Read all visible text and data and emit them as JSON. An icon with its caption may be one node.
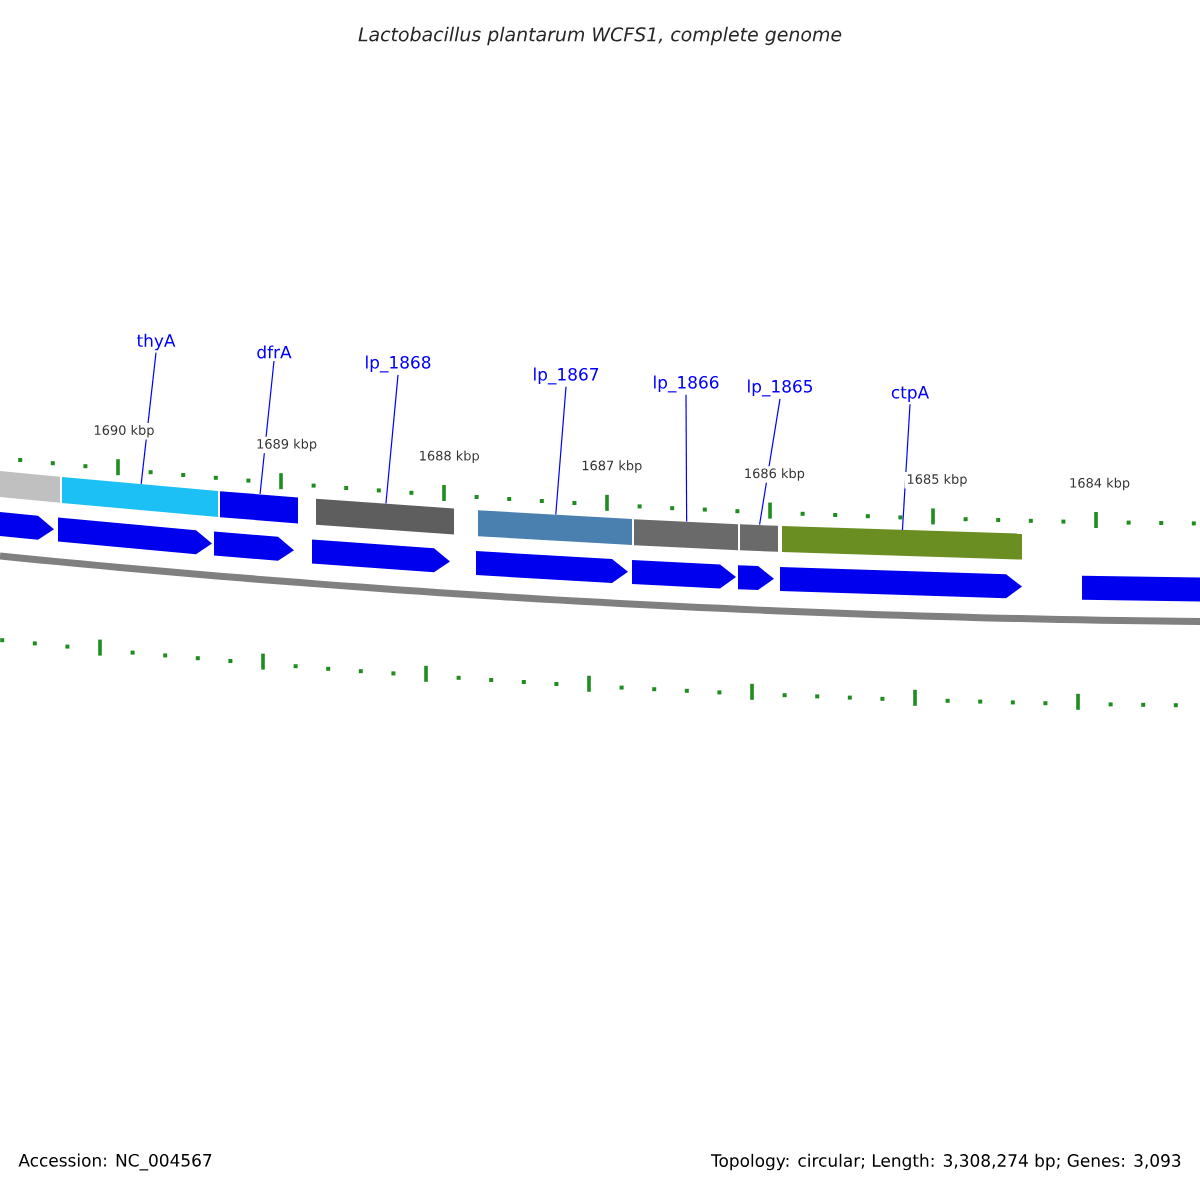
{
  "diagram": {
    "title": "Lactobacillus plantarum WCFS1, complete genome",
    "nodes": [
      {
        "text": [
          "thyA"
        ]
      },
      {
        "text": [
          "dfrA"
        ]
      },
      {
        "text": [
          "lp_1868"
        ]
      },
      {
        "text": [
          "lp_1867"
        ]
      },
      {
        "text": [
          "lp_1866"
        ]
      },
      {
        "text": [
          "lp_1865"
        ]
      },
      {
        "text": [
          "ctpA"
        ]
      },
      {
        "text": [],
        "shape": "bar"
      },
      {
        "text": [],
        "shape": "bar"
      },
      {
        "text": [],
        "shape": "bar"
      },
      {
        "text": [],
        "shape": "bar"
      },
      {
        "text": [],
        "shape": "bar"
      },
      {
        "text": [],
        "shape": "bar"
      },
      {
        "text": [],
        "shape": "bar"
      },
      {
        "text": [],
        "shape": "bar"
      },
      {
        "text": [],
        "shape": "pentagon"
      },
      {
        "text": [],
        "shape": "pentagon"
      },
      {
        "text": [],
        "shape": "pentagon"
      },
      {
        "text": [],
        "shape": "pentagon"
      },
      {
        "text": [],
        "shape": "pentagon"
      },
      {
        "text": [],
        "shape": "pentagon"
      },
      {
        "text": [],
        "shape": "pentagon"
      },
      {
        "text": [],
        "shape": "pentagon"
      },
      {
        "text": [],
        "shape": "bar"
      }
    ],
    "edges": [
      {
        "from": 0,
        "to": 8,
        "arrow": "none"
      },
      {
        "from": 1,
        "to": 9,
        "arrow": "none"
      },
      {
        "from": 2,
        "to": 10,
        "arrow": "none"
      },
      {
        "from": 3,
        "to": 11,
        "arrow": "none"
      },
      {
        "from": 4,
        "to": 12,
        "arrow": "none"
      },
      {
        "from": 5,
        "to": 13,
        "arrow": "none"
      },
      {
        "from": 6,
        "to": 14,
        "arrow": "none"
      }
    ],
    "labels": [
      "1690 kbp",
      "1689 kbp",
      "1688 kbp",
      "1687 kbp",
      "1686 kbp",
      "1685 kbp",
      "1684 kbp",
      "Accession: NC_004567",
      "Topology: circular; Length: 3,308,274 bp; Genes: 3,093"
    ]
  }
}
